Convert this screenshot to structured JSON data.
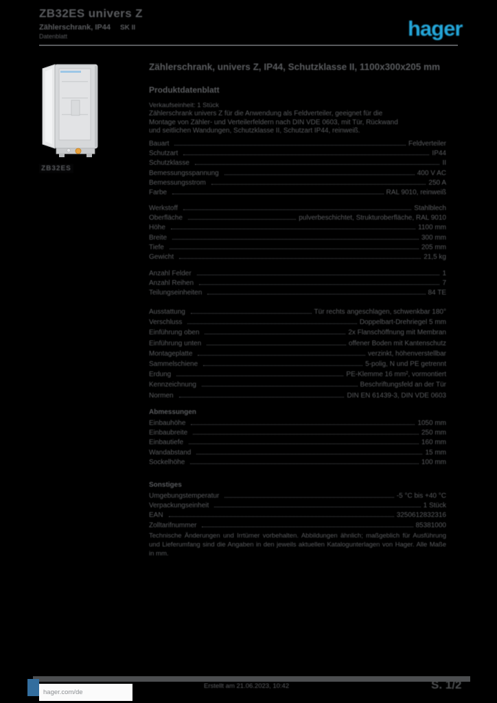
{
  "colors": {
    "background": "#000000",
    "brand_blue": "#24a7da",
    "text_gray": "#595b5e",
    "footer_bar": "#4c4e50",
    "footer_blue_square": "#336e9e"
  },
  "header": {
    "product_ref": "ZB32ES univers Z",
    "subtitle": "Zählerschrank, IP44",
    "badge": "SK II",
    "doc_type": "Datenblatt",
    "logo_text": "hager"
  },
  "product": {
    "image_alt": "enclosure-photo",
    "caption": "ZB32ES"
  },
  "main": {
    "title": "Zählerschrank, univers Z, IP44, Schutzklasse II, 1100x300x205 mm",
    "subtitle": "Produktdatenblatt",
    "sales_unit": "Verkaufseinheit: 1 Stück",
    "description": [
      "Zählerschrank univers Z für die Anwendung als Feldverteiler, geeignet für die",
      "Montage von Zähler- und Verteilerfeldern nach DIN VDE 0603, mit Tür, Rückwand",
      "und seitlichen Wandungen, Schutzklasse II, Schutzart IP44, reinweiß."
    ],
    "sections": [
      {
        "id": "eigenschaften",
        "heading": "",
        "rows": [
          [
            "Bauart",
            "Feldverteiler"
          ],
          [
            "Schutzart",
            "IP44"
          ],
          [
            "Schutzklasse",
            "II"
          ],
          [
            "Bemessungsspannung",
            "400 V AC"
          ],
          [
            "Bemessungsstrom",
            "250 A"
          ],
          [
            "Farbe",
            "RAL 9010, reinweiß"
          ]
        ]
      },
      {
        "id": "ausfuehrung",
        "heading": "",
        "rows": [
          [
            "Werkstoff",
            "Stahlblech"
          ],
          [
            "Oberfläche",
            "pulverbeschichtet, Strukturoberfläche, RAL 9010"
          ],
          [
            "Höhe",
            "1100 mm"
          ],
          [
            "Breite",
            "300 mm"
          ],
          [
            "Tiefe",
            "205 mm"
          ],
          [
            "Gewicht",
            "21,5 kg"
          ]
        ]
      },
      {
        "id": "felder",
        "heading": "",
        "rows": [
          [
            "Anzahl Felder",
            "1"
          ],
          [
            "Anzahl Reihen",
            "7"
          ],
          [
            "Teilungseinheiten",
            "84 TE"
          ]
        ]
      },
      {
        "id": "ausstattung",
        "heading": "",
        "tall": true,
        "rows": [
          [
            "Ausstattung",
            "Tür rechts angeschlagen, schwenkbar 180°"
          ],
          [
            "Verschluss",
            "Doppelbart-Drehriegel 5 mm"
          ],
          [
            "Einführung oben",
            "2x Flanschöffnung mit Membran"
          ],
          [
            "Einführung unten",
            "offener Boden mit Kantenschutz"
          ],
          [
            "Montageplatte",
            "verzinkt, höhenverstellbar"
          ],
          [
            "Sammelschiene",
            "5-polig, N und PE getrennt"
          ],
          [
            "Erdung",
            "PE-Klemme 16 mm², vormontiert"
          ],
          [
            "Kennzeichnung",
            "Beschriftungsfeld an der Tür"
          ],
          [
            "Normen",
            "DIN EN 61439-3, DIN VDE 0603"
          ]
        ]
      },
      {
        "id": "abmessungen",
        "heading": "Abmessungen",
        "rows": [
          [
            "Einbauhöhe",
            "1050 mm"
          ],
          [
            "Einbaubreite",
            "250 mm"
          ],
          [
            "Einbautiefe",
            "160 mm"
          ],
          [
            "Wandabstand",
            "15 mm"
          ],
          [
            "Sockelhöhe",
            "100 mm"
          ]
        ]
      },
      {
        "id": "sonstiges",
        "heading": "Sonstiges",
        "rows": [
          [
            "Umgebungstemperatur",
            "-5 °C bis +40 °C"
          ],
          [
            "Verpackungseinheit",
            "1 Stück"
          ],
          [
            "EAN",
            "3250612832316"
          ],
          [
            "Zolltarifnummer",
            "85381000"
          ]
        ]
      }
    ],
    "note": "Technische Änderungen und Irrtümer vorbehalten. Abbildungen ähnlich; maßgeblich für Ausführung und Lieferumfang sind die Angaben in den jeweils aktuellen Katalogunterlagen von Hager. Alle Maße in mm."
  },
  "footer": {
    "site": "hager.com/de",
    "generated": "Erstellt am 21.06.2023, 10:42",
    "page": "S. 1/2"
  }
}
